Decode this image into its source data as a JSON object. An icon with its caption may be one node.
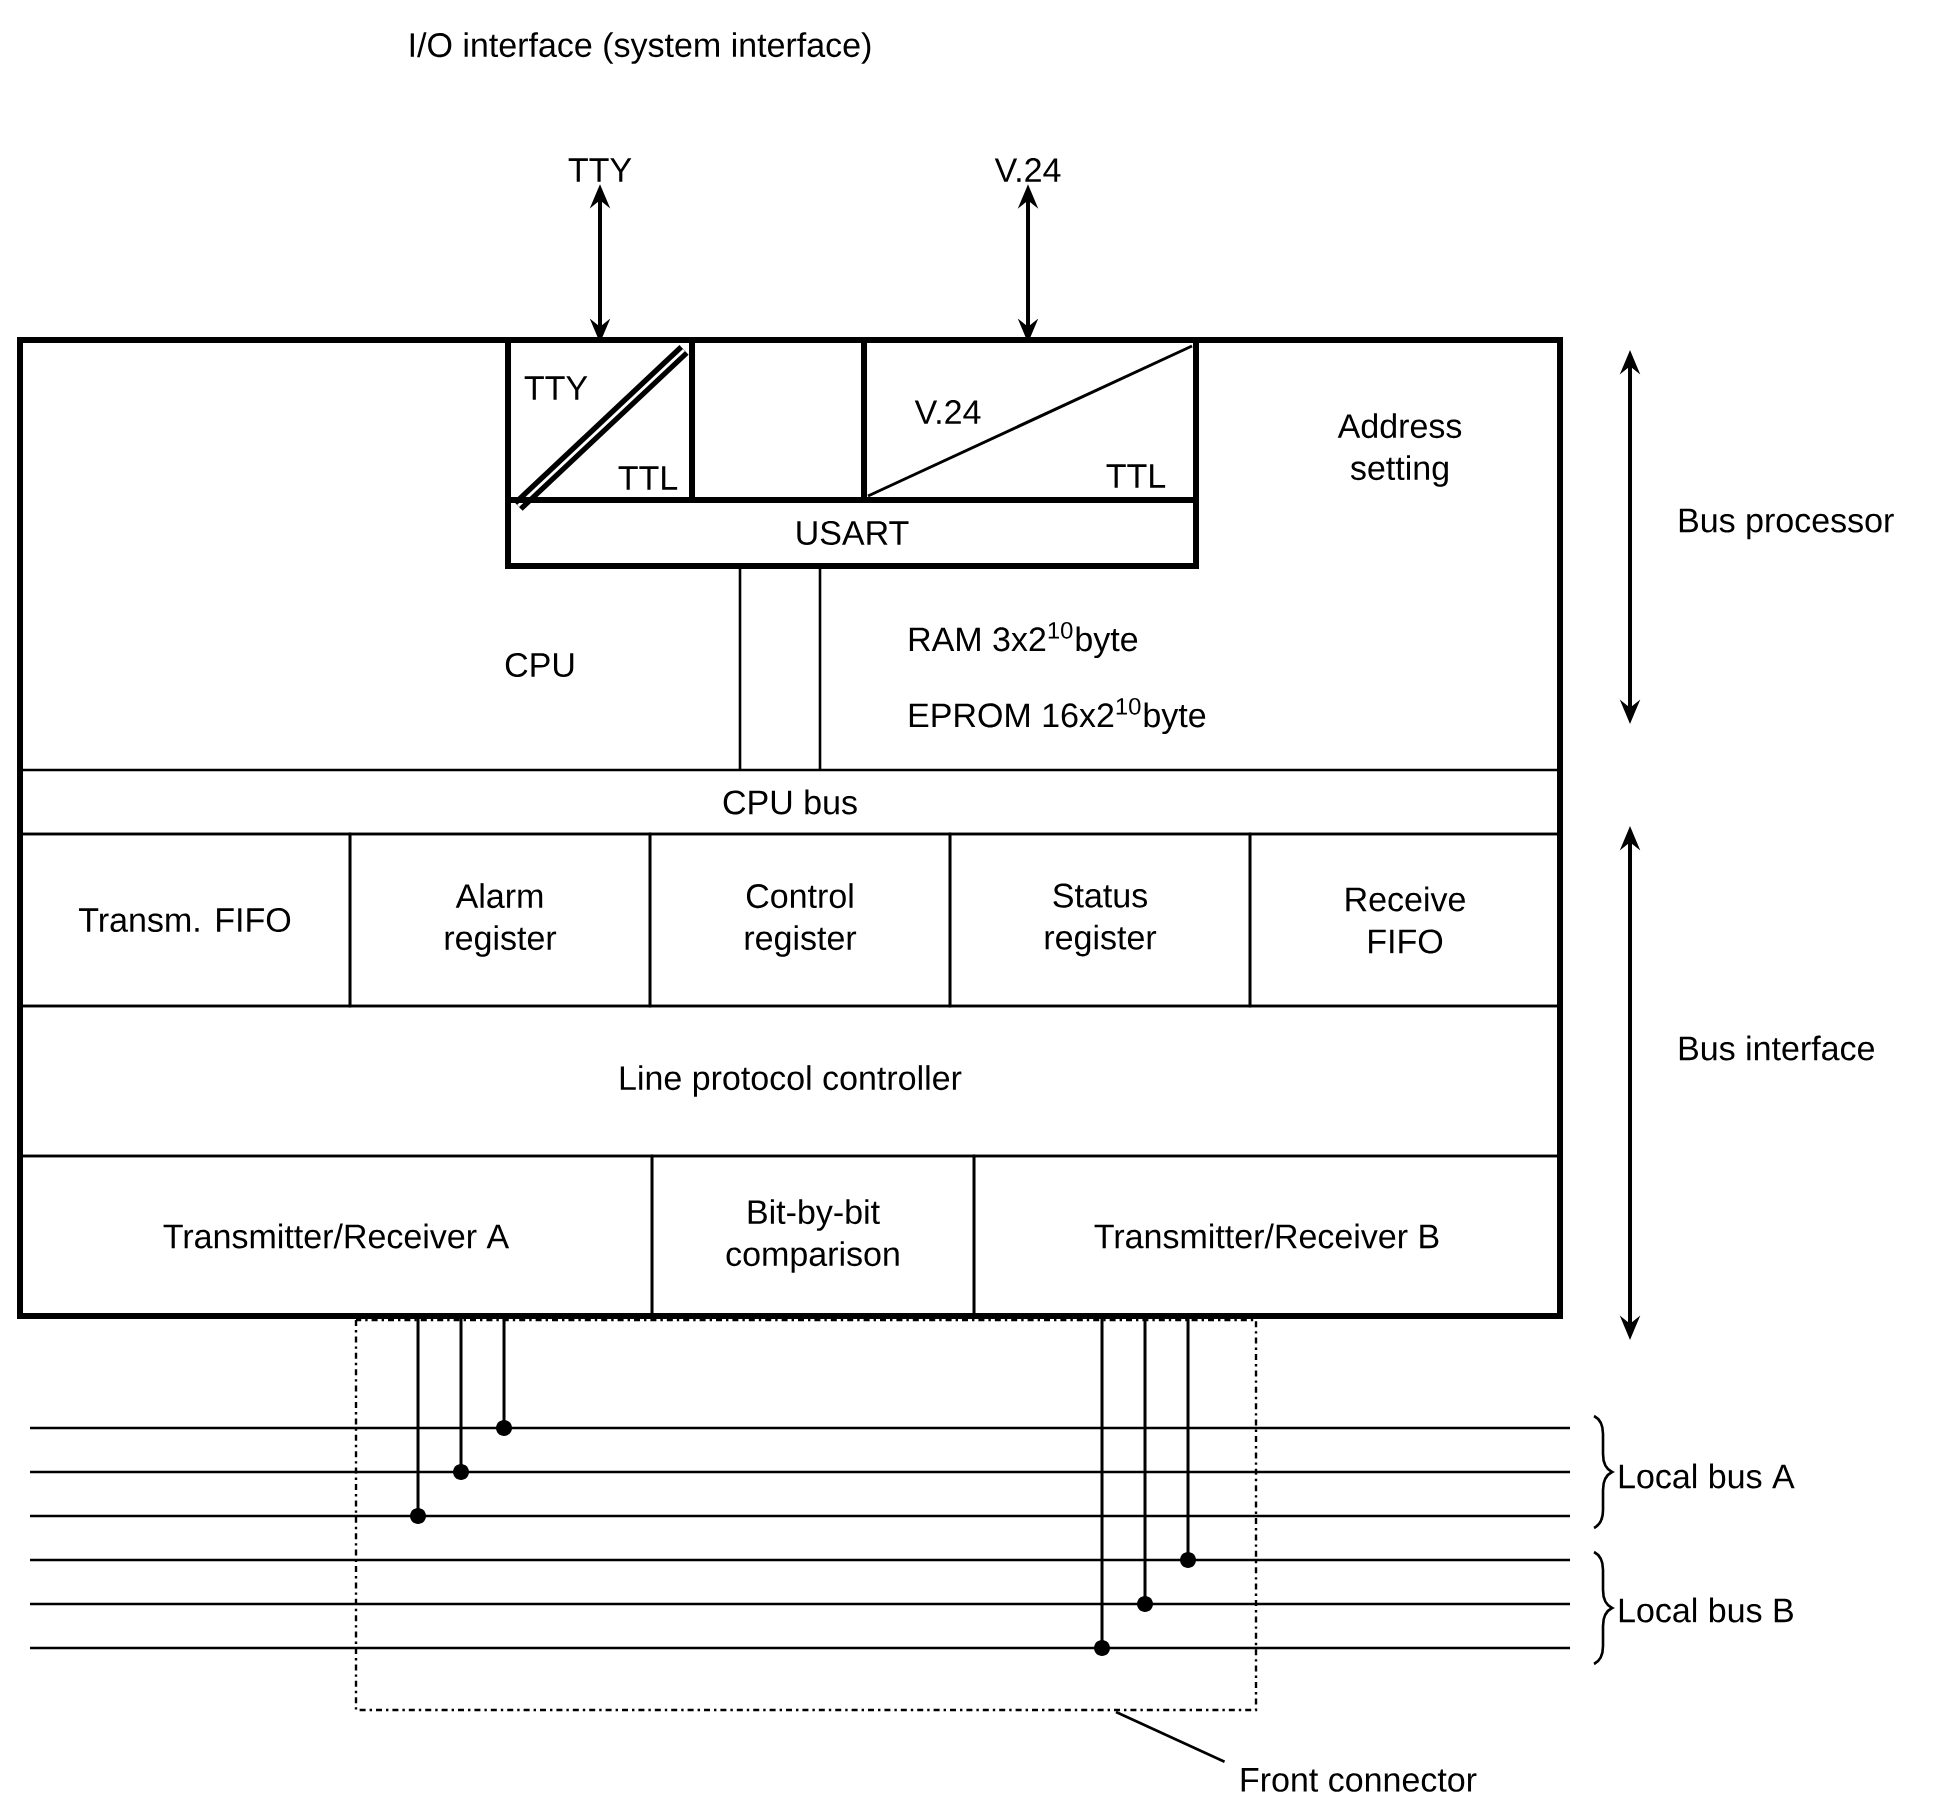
{
  "diagram": {
    "title": "I/O interface (system interface)",
    "nodes": [
      {
        "text": [],
        "shape": "box"
      },
      {
        "text": [
          "TTY"
        ]
      },
      {
        "text": [
          "V.24"
        ]
      },
      {
        "text": [
          "TTY",
          "TTL"
        ],
        "in": 0
      },
      {
        "text": [],
        "shape": "box",
        "in": 0
      },
      {
        "text": [
          "V.24",
          "TTL"
        ],
        "in": 0
      },
      {
        "text": [
          "USART"
        ],
        "in": 0
      },
      {
        "text": [
          "CPU"
        ],
        "in": 0
      },
      {
        "text": [
          "Address setting",
          "RAM 3x2$^{10}$byte",
          "EPROM 16x2$^{10}$byte"
        ],
        "in": 0
      },
      {
        "text": [
          "CPU bus"
        ],
        "in": 0
      },
      {
        "text": [
          "Transm. FIFO"
        ],
        "in": 0
      },
      {
        "text": [
          "Alarm register"
        ],
        "in": 0
      },
      {
        "text": [
          "Control register"
        ],
        "in": 0
      },
      {
        "text": [
          "Status register"
        ],
        "in": 0
      },
      {
        "text": [
          "Receive FIFO"
        ],
        "in": 0
      },
      {
        "text": [
          "Line protocol controller"
        ],
        "in": 0
      },
      {
        "text": [
          "Transmitter/Receiver A"
        ],
        "in": 0
      },
      {
        "text": [
          "Bit-by-bit comparison"
        ],
        "in": 0
      },
      {
        "text": [
          "Transmitter/Receiver B"
        ],
        "in": 0
      },
      {
        "text": [],
        "shape": "bar"
      },
      {
        "text": [],
        "shape": "bar"
      },
      {
        "text": [],
        "shape": "bar"
      },
      {
        "text": [],
        "shape": "bar"
      },
      {
        "text": [],
        "shape": "bar"
      },
      {
        "text": [],
        "shape": "bar"
      },
      {
        "text": [
          "Front connector"
        ]
      }
    ],
    "edges": [
      {
        "from": 1,
        "to": 3,
        "arrow": "both"
      },
      {
        "from": 2,
        "to": 5,
        "arrow": "both"
      },
      {
        "from": 6,
        "to": 9,
        "arrow": "none"
      },
      {
        "from": 6,
        "to": 9,
        "arrow": "none"
      },
      {
        "from": 16,
        "to": 19,
        "arrow": "other"
      },
      {
        "from": 16,
        "to": 20,
        "arrow": "other"
      },
      {
        "from": 16,
        "to": 21,
        "arrow": "other"
      },
      {
        "from": 18,
        "to": 22,
        "arrow": "other"
      },
      {
        "from": 18,
        "to": 23,
        "arrow": "other"
      },
      {
        "from": 18,
        "to": 24,
        "arrow": "other"
      },
      {
        "from": 25,
        "to": null,
        "arrow": "none"
      }
    ],
    "labels": [
      "Bus processor",
      "Bus interface",
      "Local bus A",
      "Local bus B"
    ]
  }
}
